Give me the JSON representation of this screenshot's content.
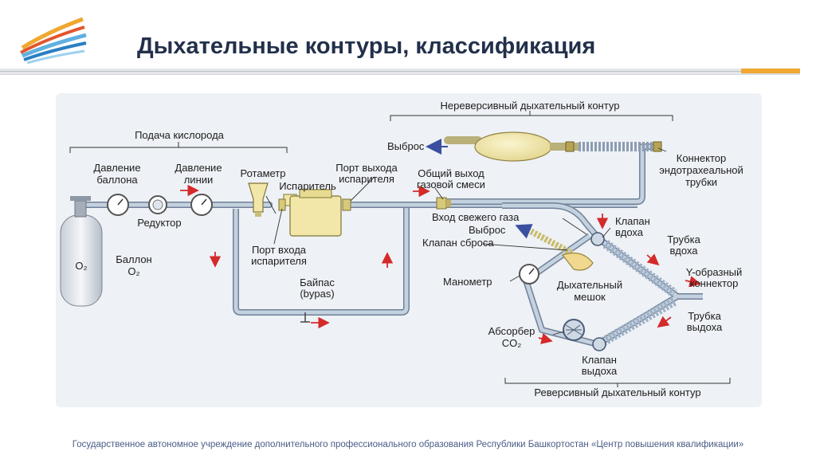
{
  "slide": {
    "title": "Дыхательные контуры, классификация",
    "footer": "Государственное автономное учреждение дополнительного профессионального образования Республики Башкортостан «Центр повышения квалификации»"
  },
  "colors": {
    "title": "#22304a",
    "accent_bar": "#f0a830",
    "pipe": "#9fb1c6",
    "arrow": "#d42a2a",
    "panel": "#eef1f5",
    "yellow": "#f2e7a8"
  },
  "diagram": {
    "sections": {
      "nonrebreathing": "Нереверсивный дыхательный контур",
      "oxygen_supply": "Подача кислорода",
      "rebreathing": "Реверсивный дыхательный контур"
    },
    "labels": {
      "cylinder_pressure": [
        "Давление",
        "баллона"
      ],
      "line_pressure": [
        "Давление",
        "линии"
      ],
      "rotameter": "Ротаметр",
      "vaporizer": "Испаритель",
      "vaporizer_outlet": [
        "Порт выхода",
        "испарителя"
      ],
      "common_outlet": [
        "Общий выход",
        "газовой смеси"
      ],
      "reducer": "Редуктор",
      "vaporizer_inlet": [
        "Порт входа",
        "испарителя"
      ],
      "cylinder": [
        "Баллон",
        "O₂"
      ],
      "cylinder_mark": "O₂",
      "bypass": [
        "Байпас",
        "(bypas)"
      ],
      "exhaust_top": "Выброс",
      "connector": [
        "Коннектор",
        "эндотрахеальной",
        "трубки"
      ],
      "fresh_gas_inlet": "Вход свежего газа",
      "exhaust_mid": "Выброс",
      "relief_valve": "Клапан сброса",
      "inspiratory_valve": [
        "Клапан",
        "вдоха"
      ],
      "inspiratory_tube": [
        "Трубка",
        "вдоха"
      ],
      "y_connector": [
        "Y-образный",
        "коннектор"
      ],
      "manometer": "Манометр",
      "breathing_bag": [
        "Дыхательный",
        "мешок"
      ],
      "expiratory_tube": [
        "Трубка",
        "выдоха"
      ],
      "co2_absorber": [
        "Абсорбер",
        "CO₂"
      ],
      "expiratory_valve": [
        "Клапан",
        "выдоха"
      ]
    }
  }
}
